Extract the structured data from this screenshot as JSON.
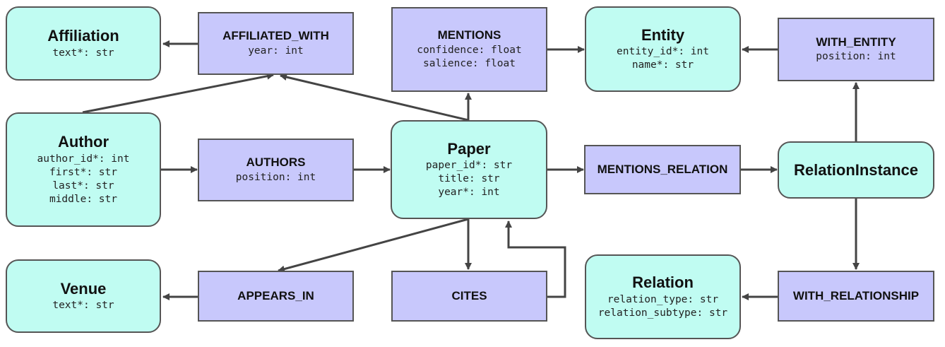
{
  "entities": {
    "affiliation": {
      "title": "Affiliation",
      "attrs": [
        "text*: str"
      ]
    },
    "author": {
      "title": "Author",
      "attrs": [
        "author_id*: int",
        "first*: str",
        "last*: str",
        "middle: str"
      ]
    },
    "venue": {
      "title": "Venue",
      "attrs": [
        "text*: str"
      ]
    },
    "paper": {
      "title": "Paper",
      "attrs": [
        "paper_id*: str",
        "title: str",
        "year*: int"
      ]
    },
    "entity": {
      "title": "Entity",
      "attrs": [
        "entity_id*: int",
        "name*: str"
      ]
    },
    "relation_instance": {
      "title": "RelationInstance",
      "attrs": []
    },
    "relation": {
      "title": "Relation",
      "attrs": [
        "relation_type: str",
        "relation_subtype: str"
      ]
    }
  },
  "relationships": {
    "affiliated_with": {
      "title": "AFFILIATED_WITH",
      "attrs": [
        "year: int"
      ]
    },
    "authors": {
      "title": "AUTHORS",
      "attrs": [
        "position: int"
      ]
    },
    "appears_in": {
      "title": "APPEARS_IN",
      "attrs": []
    },
    "mentions": {
      "title": "MENTIONS",
      "attrs": [
        "confidence: float",
        "salience: float"
      ]
    },
    "cites": {
      "title": "CITES",
      "attrs": []
    },
    "mentions_relation": {
      "title": "MENTIONS_RELATION",
      "attrs": []
    },
    "with_entity": {
      "title": "WITH_ENTITY",
      "attrs": [
        "position: int"
      ]
    },
    "with_relationship": {
      "title": "WITH_RELATIONSHIP",
      "attrs": []
    }
  },
  "colors": {
    "entity_fill": "#c0fcf2",
    "relationship_fill": "#c8c8fc",
    "stroke": "#555555"
  }
}
